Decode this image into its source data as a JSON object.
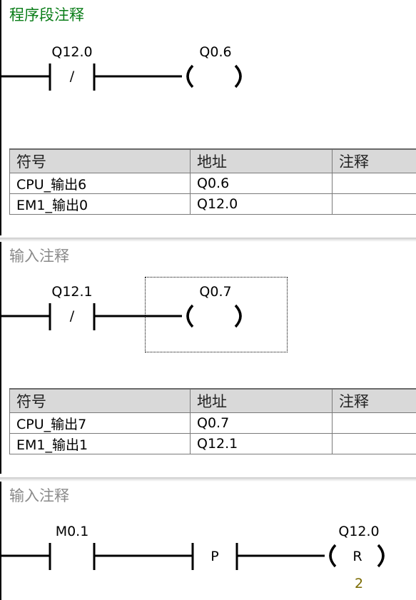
{
  "networks": [
    {
      "comment": "程序段注释",
      "contact": {
        "address": "Q12.0",
        "symbol": "/"
      },
      "coil": {
        "address": "Q0.6",
        "symbol": ""
      },
      "table": {
        "headers": [
          "符号",
          "地址",
          "注释"
        ],
        "rows": [
          [
            "CPU_输出6",
            "Q0.6",
            ""
          ],
          [
            "EM1_输出0",
            "Q12.0",
            ""
          ]
        ]
      }
    },
    {
      "comment": "输入注释",
      "contact": {
        "address": "Q12.1",
        "symbol": "/"
      },
      "coil": {
        "address": "Q0.7",
        "symbol": ""
      },
      "table": {
        "headers": [
          "符号",
          "地址",
          "注释"
        ],
        "rows": [
          [
            "CPU_输出7",
            "Q0.7",
            ""
          ],
          [
            "EM1_输出1",
            "Q12.1",
            ""
          ]
        ]
      }
    },
    {
      "comment": "输入注释",
      "contact": {
        "address": "M0.1"
      },
      "edge": {
        "symbol": "P"
      },
      "coil": {
        "address": "Q12.0",
        "symbol": "R",
        "count": "2"
      }
    }
  ],
  "colors": {
    "comment_active": "#0a7d18",
    "comment_placeholder": "#8a8a8a",
    "coil_count": "#7a6a00"
  }
}
